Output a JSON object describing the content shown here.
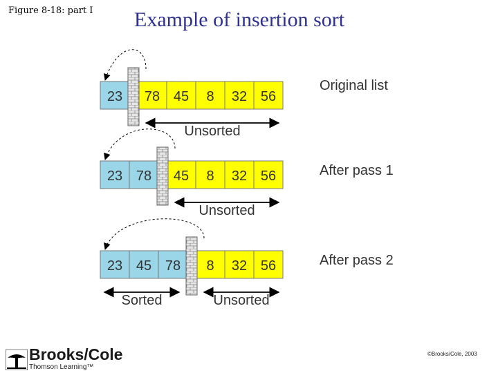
{
  "figure_label": "Figure 8-18: part I",
  "title": "Example of insertion sort",
  "colors": {
    "sorted": "#9ad5e8",
    "unsorted": "#ffff00",
    "wall": "#e6e6e6",
    "title": "#2e3192"
  },
  "rows": [
    {
      "label": "Original list",
      "values": [
        "23",
        "78",
        "45",
        "8",
        "32",
        "56"
      ],
      "sorted_count": 1,
      "ranges": [
        {
          "kind": "unsorted",
          "label": "Unsorted"
        }
      ]
    },
    {
      "label": "After pass 1",
      "values": [
        "23",
        "78",
        "45",
        "8",
        "32",
        "56"
      ],
      "sorted_count": 2,
      "ranges": [
        {
          "kind": "unsorted",
          "label": "Unsorted"
        }
      ]
    },
    {
      "label": "After pass 2",
      "values": [
        "23",
        "45",
        "78",
        "8",
        "32",
        "56"
      ],
      "sorted_count": 3,
      "ranges": [
        {
          "kind": "sorted",
          "label": "Sorted"
        },
        {
          "kind": "unsorted",
          "label": "Unsorted"
        }
      ]
    }
  ],
  "logo": {
    "name": "Brooks/Cole",
    "tagline": "Thomson Learning™",
    "icon": "tree-icon"
  },
  "copyright": "©Brooks/Cole, 2003"
}
